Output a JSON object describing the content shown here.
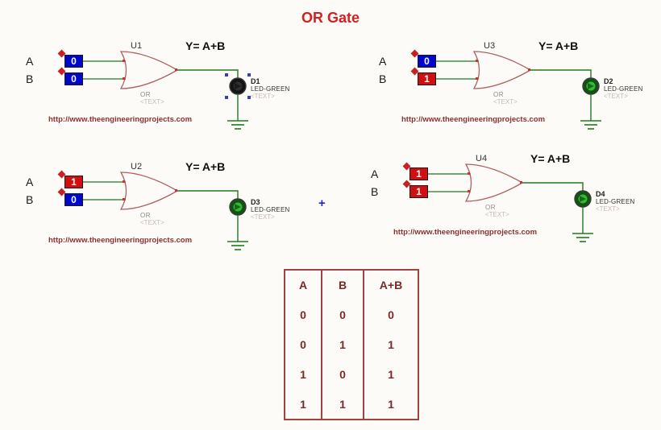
{
  "title": "OR Gate",
  "cursor_cross": "+",
  "colors": {
    "logic0": "#0007cc",
    "logic1": "#d01010",
    "wire": "#1e7a1e",
    "gate_outline": "#b06060",
    "led_on_inner": "#33bb33",
    "led_on_ring": "#145214",
    "led_off_inner": "#303030",
    "led_off_ring": "#141414"
  },
  "circuits": [
    {
      "gate_ref": "U1",
      "equation": "Y= A+B",
      "input_a": {
        "label": "A",
        "value": "0"
      },
      "input_b": {
        "label": "B",
        "value": "0"
      },
      "gate_label": "OR",
      "gate_text": "<TEXT>",
      "led": {
        "ref": "D1",
        "type": "LED-GREEN",
        "text": "<TEXT>",
        "state": "off",
        "selected": true
      },
      "url": "http://www.theengineeringprojects.com"
    },
    {
      "gate_ref": "U3",
      "equation": "Y= A+B",
      "input_a": {
        "label": "A",
        "value": "0"
      },
      "input_b": {
        "label": "B",
        "value": "1"
      },
      "gate_label": "OR",
      "gate_text": "<TEXT>",
      "led": {
        "ref": "D2",
        "type": "LED-GREEN",
        "text": "<TEXT>",
        "state": "on",
        "selected": false
      },
      "url": "http://www.theengineeringprojects.com"
    },
    {
      "gate_ref": "U2",
      "equation": "Y= A+B",
      "input_a": {
        "label": "A",
        "value": "1"
      },
      "input_b": {
        "label": "B",
        "value": "0"
      },
      "gate_label": "OR",
      "gate_text": "<TEXT>",
      "led": {
        "ref": "D3",
        "type": "LED-GREEN",
        "text": "<TEXT>",
        "state": "on",
        "selected": false
      },
      "url": "http://www.theengineeringprojects.com"
    },
    {
      "gate_ref": "U4",
      "equation": "Y= A+B",
      "input_a": {
        "label": "A",
        "value": "1"
      },
      "input_b": {
        "label": "B",
        "value": "1"
      },
      "gate_label": "OR",
      "gate_text": "<TEXT>",
      "led": {
        "ref": "D4",
        "type": "LED-GREEN",
        "text": "<TEXT>",
        "state": "on",
        "selected": false
      },
      "url": "http://www.theengineeringprojects.com"
    }
  ],
  "truth_table": {
    "headers": [
      "A",
      "B",
      "A+B"
    ],
    "rows": [
      [
        "0",
        "0",
        "0"
      ],
      [
        "0",
        "1",
        "1"
      ],
      [
        "1",
        "0",
        "1"
      ],
      [
        "1",
        "1",
        "1"
      ]
    ]
  }
}
